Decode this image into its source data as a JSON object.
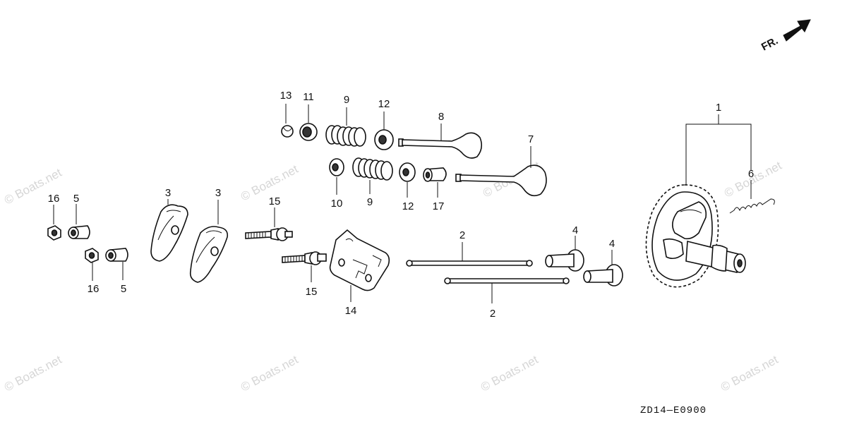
{
  "watermark": {
    "text": "© Boats.net"
  },
  "direction_indicator": {
    "label": "FR."
  },
  "reference_code": "ZD14—E0900",
  "callouts": {
    "c1": "1",
    "c2a": "2",
    "c2b": "2",
    "c3a": "3",
    "c3b": "3",
    "c4a": "4",
    "c4b": "4",
    "c5a": "5",
    "c5b": "5",
    "c6": "6",
    "c7": "7",
    "c8": "8",
    "c9a": "9",
    "c9b": "9",
    "c10": "10",
    "c11": "11",
    "c12a": "12",
    "c12b": "12",
    "c13": "13",
    "c14": "14",
    "c15a": "15",
    "c15b": "15",
    "c16a": "16",
    "c16b": "16",
    "c17": "17"
  }
}
